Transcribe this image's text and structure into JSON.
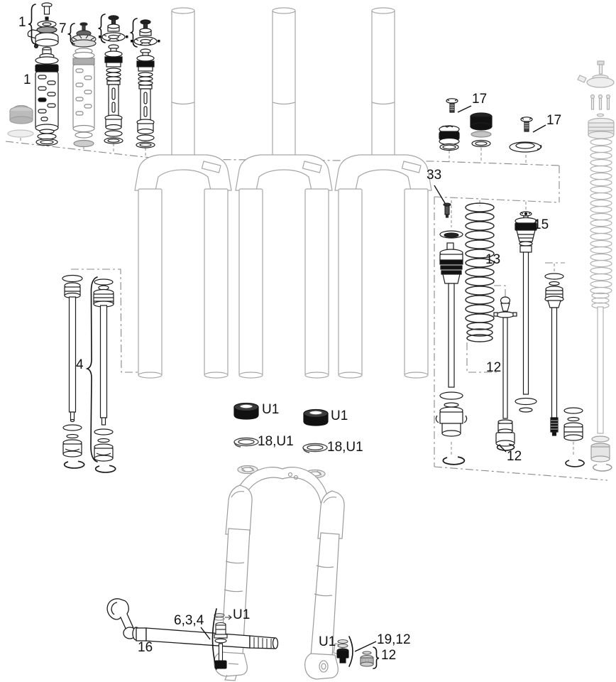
{
  "diagram": {
    "labels": {
      "top_cap_kit": "1",
      "adjuster_knob_kit": "7",
      "air_cartridge": "1",
      "damper_top_cap_left": "17",
      "damper_top_cap_right": "17",
      "bleed_screw": "33",
      "coil_spring": "13",
      "air_shaft": "15",
      "spring_shaft": "12",
      "retaining_ring": "12",
      "damper_shaft_kit": "4",
      "dust_seal_left": "U1",
      "dust_seal_right": "U1",
      "foam_ring_left": "18,U1",
      "foam_ring_right": "18,U1",
      "thru_axle": "16",
      "axle_hardware": "6,3,4",
      "fender_bolt_kit": "U1",
      "shaft_bolt_kit": "U1",
      "shaft_bolt_group": "19,12",
      "rebound_knob_nut": "12"
    }
  }
}
